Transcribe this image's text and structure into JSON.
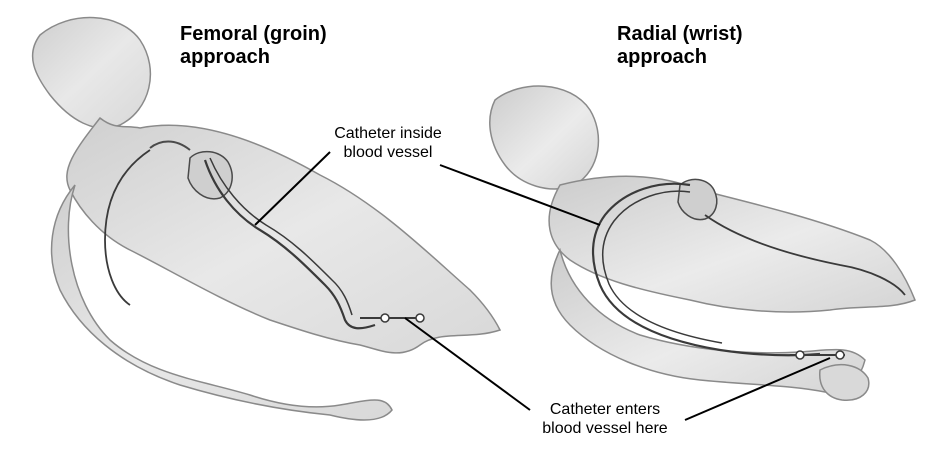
{
  "diagram": {
    "femoral": {
      "title": "Femoral (groin)\napproach"
    },
    "radial": {
      "title": "Radial (wrist)\napproach"
    },
    "labels": {
      "catheter_inside": "Catheter inside\nblood vessel",
      "catheter_enters": "Catheter enters\nblood vessel here"
    },
    "colors": {
      "body_fill": "#e4e4e4",
      "body_outline": "#8a8a8a",
      "vessel": "#3a3a3a",
      "leader_line": "#000000",
      "text": "#000000"
    }
  }
}
